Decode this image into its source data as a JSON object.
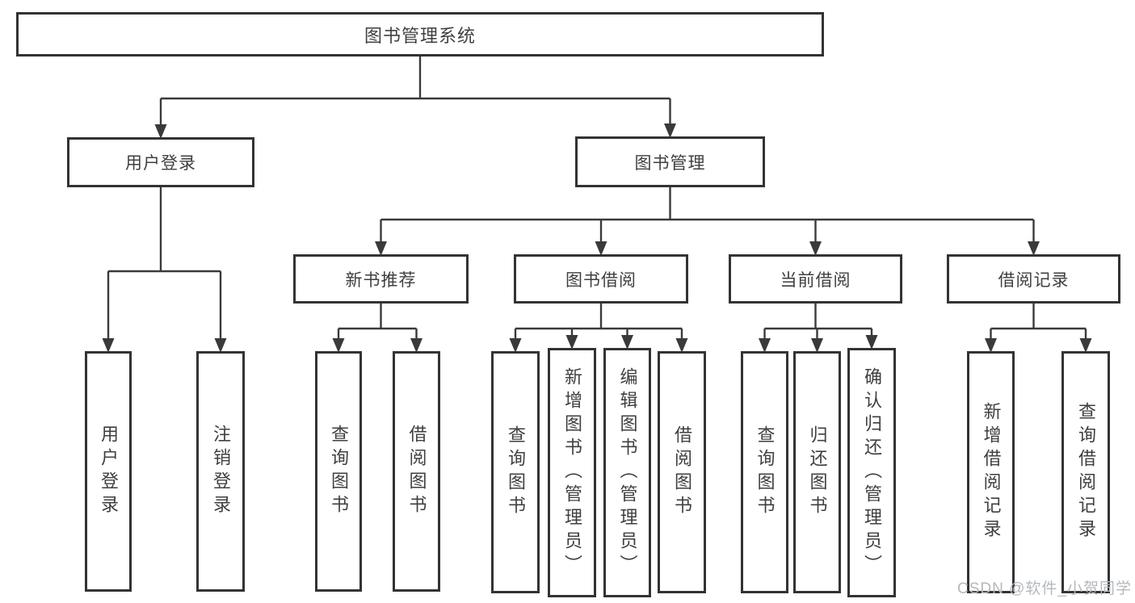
{
  "diagram": {
    "title": "图书管理系统",
    "watermark": "CSDN @软件_小贺同学",
    "colors": {
      "line": "#3a3a3a",
      "box_border": "#333333",
      "text": "#3f3f3f",
      "background": "#ffffff",
      "watermark": "#b4b8bd"
    },
    "nodes": {
      "root": "图书管理系统",
      "user-login": "用户登录",
      "book-mgmt": "图书管理",
      "new-book-rec": "新书推荐",
      "book-borrow": "图书借阅",
      "current-borrow": "当前借阅",
      "borrow-records": "借阅记录",
      "leaf-user-login": "用户登录",
      "leaf-logout": "注销登录",
      "leaf-query-book-1": "查询图书",
      "leaf-borrow-book-1": "借阅图书",
      "leaf-query-book-2": "查询图书",
      "leaf-add-book": "新增图书（管理员）",
      "leaf-edit-book": "编辑图书（管理员）",
      "leaf-borrow-book-2": "借阅图书",
      "leaf-query-book-3": "查询图书",
      "leaf-return-book": "归还图书",
      "leaf-confirm-return": "确认归还（管理员）",
      "leaf-add-record": "新增借阅记录",
      "leaf-query-record": "查询借阅记录"
    },
    "hierarchy": {
      "root": [
        "user-login",
        "book-mgmt"
      ],
      "user-login": [
        "leaf-user-login",
        "leaf-logout"
      ],
      "book-mgmt": [
        "new-book-rec",
        "book-borrow",
        "current-borrow",
        "borrow-records"
      ],
      "new-book-rec": [
        "leaf-query-book-1",
        "leaf-borrow-book-1"
      ],
      "book-borrow": [
        "leaf-query-book-2",
        "leaf-add-book",
        "leaf-edit-book",
        "leaf-borrow-book-2"
      ],
      "current-borrow": [
        "leaf-query-book-3",
        "leaf-return-book",
        "leaf-confirm-return"
      ],
      "borrow-records": [
        "leaf-add-record",
        "leaf-query-record"
      ]
    }
  }
}
